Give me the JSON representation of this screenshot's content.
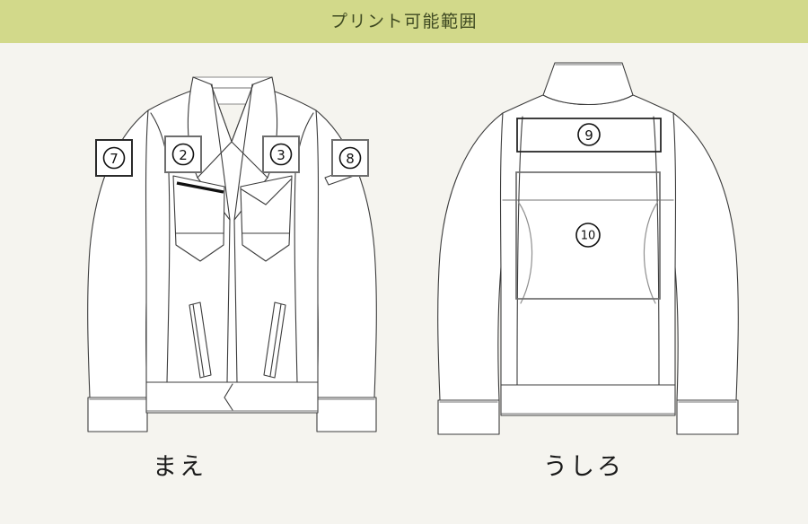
{
  "header": {
    "title": "プリント可能範囲",
    "band_color": "#d2d98a",
    "text_color": "#3f4a22"
  },
  "page": {
    "background_color": "#f5f4ef",
    "line_color": "#3c3c3c",
    "garment_fill": "#ffffff"
  },
  "views": [
    {
      "id": "front",
      "caption": "まえ",
      "markers": [
        {
          "id": "m7",
          "label": "7",
          "style": "box",
          "border": "#2a2a2a",
          "placement": "left-sleeve-upper"
        },
        {
          "id": "m2",
          "label": "2",
          "style": "box",
          "border": "#6e6e6e",
          "placement": "left-chest"
        },
        {
          "id": "m3",
          "label": "3",
          "style": "box",
          "border": "#6e6e6e",
          "placement": "right-chest"
        },
        {
          "id": "m8",
          "label": "8",
          "style": "box",
          "border": "#6e6e6e",
          "placement": "right-sleeve-upper"
        }
      ]
    },
    {
      "id": "back",
      "caption": "うしろ",
      "markers": [
        {
          "id": "m9",
          "label": "9",
          "style": "area-wide",
          "border": "#1d1d1d",
          "placement": "upper-back-yoke"
        },
        {
          "id": "m10",
          "label": "10",
          "style": "area-large",
          "border": "#6e6e6e",
          "placement": "center-back"
        }
      ]
    }
  ]
}
